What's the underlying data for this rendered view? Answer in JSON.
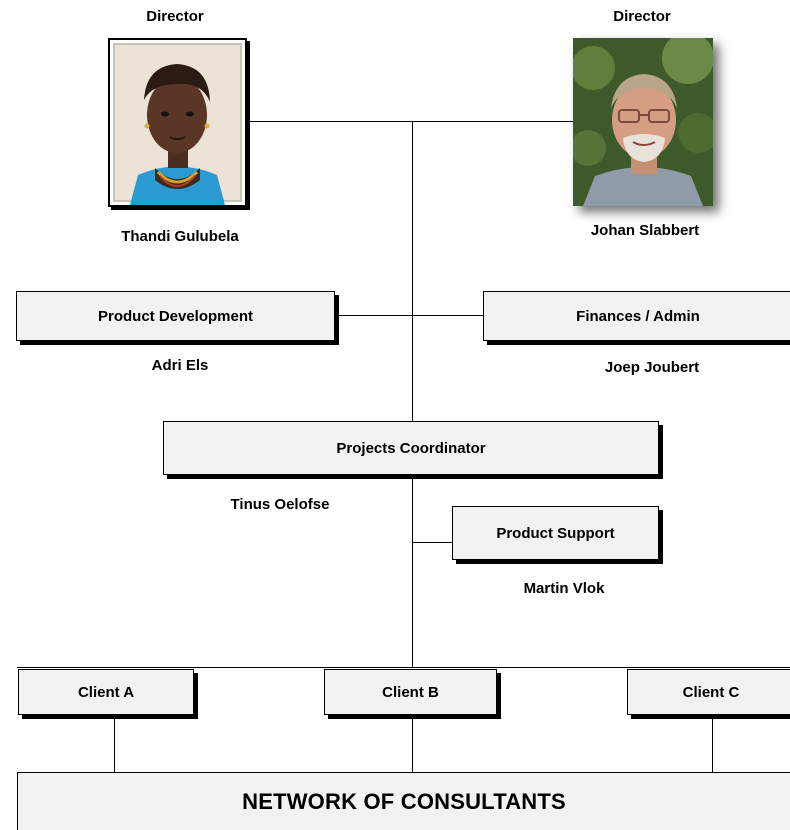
{
  "directors": [
    {
      "role": "Director",
      "name": "Thandi Gulubela"
    },
    {
      "role": "Director",
      "name": "Johan Slabbert"
    }
  ],
  "departments": {
    "product_development": {
      "title": "Product Development",
      "person": "Adri Els"
    },
    "finances_admin": {
      "title": "Finances / Admin",
      "person": "Joep Joubert"
    },
    "projects_coordinator": {
      "title": "Projects Coordinator",
      "person": "Tinus Oelofse"
    },
    "product_support": {
      "title": "Product Support",
      "person": "Martin Vlok"
    }
  },
  "clients": [
    {
      "label": "Client A"
    },
    {
      "label": "Client B"
    },
    {
      "label": "Client C"
    }
  ],
  "network": {
    "label": "NETWORK OF CONSULTANTS"
  },
  "colors": {
    "box_fill": "#f2f2f2",
    "line": "#000000",
    "text": "#000000"
  }
}
